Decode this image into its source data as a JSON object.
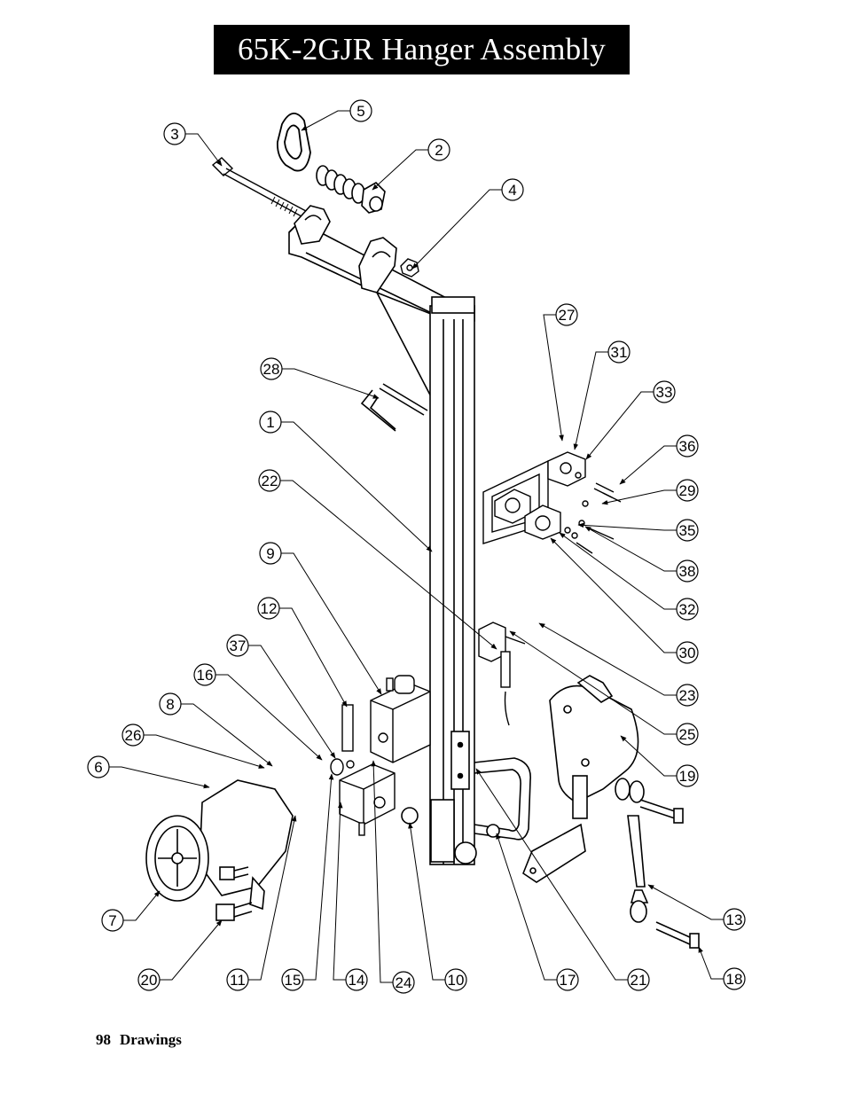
{
  "title": "65K-2GJR Hanger Assembly",
  "footer": {
    "page_number": "98",
    "section": "Drawings"
  },
  "callouts": [
    {
      "number": "1"
    },
    {
      "number": "2"
    },
    {
      "number": "3"
    },
    {
      "number": "4"
    },
    {
      "number": "5"
    },
    {
      "number": "6"
    },
    {
      "number": "7"
    },
    {
      "number": "8"
    },
    {
      "number": "9"
    },
    {
      "number": "10"
    },
    {
      "number": "11"
    },
    {
      "number": "12"
    },
    {
      "number": "13"
    },
    {
      "number": "14"
    },
    {
      "number": "15"
    },
    {
      "number": "16"
    },
    {
      "number": "17"
    },
    {
      "number": "18"
    },
    {
      "number": "19"
    },
    {
      "number": "20"
    },
    {
      "number": "21"
    },
    {
      "number": "22"
    },
    {
      "number": "23"
    },
    {
      "number": "24"
    },
    {
      "number": "25"
    },
    {
      "number": "26"
    },
    {
      "number": "27"
    },
    {
      "number": "28"
    },
    {
      "number": "29"
    },
    {
      "number": "30"
    },
    {
      "number": "31"
    },
    {
      "number": "32"
    },
    {
      "number": "33"
    },
    {
      "number": "35"
    },
    {
      "number": "36"
    },
    {
      "number": "37"
    },
    {
      "number": "38"
    }
  ]
}
